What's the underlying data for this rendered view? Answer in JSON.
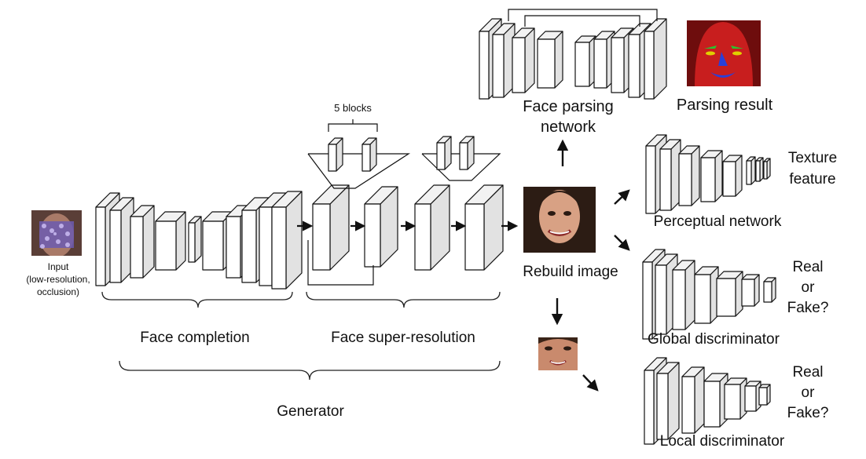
{
  "labels": {
    "input": [
      "Input",
      "(low-resolution,",
      "occlusion)"
    ],
    "five_blocks": "5 blocks",
    "face_completion": "Face completion",
    "face_super_resolution": "Face super-resolution",
    "generator": "Generator",
    "rebuild_image": "Rebuild image",
    "face_parsing_network": [
      "Face parsing",
      "network"
    ],
    "parsing_result": "Parsing result",
    "texture_feature": [
      "Texture",
      "feature"
    ],
    "perceptual_network": "Perceptual network",
    "real_or_fake_global": [
      "Real",
      "or",
      "Fake?"
    ],
    "global_discriminator": "Global discriminator",
    "real_or_fake_local": [
      "Real",
      "or",
      "Fake?"
    ],
    "local_discriminator": "Local discriminator"
  },
  "colors": {
    "block_front": "#ffffff",
    "block_side": "#e2e2e2",
    "block_top": "#f2f2f2",
    "stroke": "#111111",
    "parsing_bg": "#6e0d0d",
    "parsing_face": "#c81e1e",
    "parsing_mouth": "#2a40d8",
    "parsing_brow": "#2fbf2f",
    "parsing_eye": "#e0d000",
    "skin": "#d8a184",
    "hair": "#3a2418"
  },
  "icons": {
    "input_image": "occluded-face-thumbnail",
    "rebuild_image": "face-photo",
    "rebuild_crop": "face-crop-photo",
    "parsing_result": "parsing-map"
  }
}
